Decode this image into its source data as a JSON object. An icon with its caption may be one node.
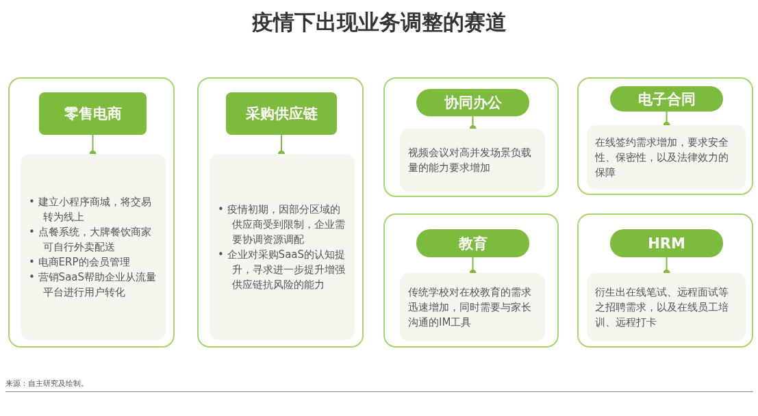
{
  "diagram": {
    "title": "疫情下出现业务调整的赛道",
    "nodes": [
      {
        "text": [],
        "shape": "box"
      },
      {
        "text": [
          "零售电商"
        ],
        "in": 0
      },
      {
        "text": [
          "• 建立小程序商城，将交易转为线上",
          "• 点餐系统，大牌餐饮商家可自行外卖配送",
          "• 电商ERP的会员管理",
          "• 营销SaaS帮助企业从流量平台进行用户转化"
        ],
        "in": 0
      },
      {
        "text": [],
        "shape": "box"
      },
      {
        "text": [
          "采购供应链"
        ],
        "in": 3
      },
      {
        "text": [
          "• 疫情初期，因部分区域的供应商受到限制，企业需要协调资源调配",
          "• 企业对采购SaaS的认知提升，寻求进一步提升增强供应链抗风险的能力"
        ],
        "in": 3
      },
      {
        "text": [],
        "shape": "box"
      },
      {
        "text": [
          "协同办公"
        ],
        "in": 6
      },
      {
        "text": [
          "视频会议对高并发场景负载量的能力要求增加"
        ],
        "in": 6
      },
      {
        "text": [],
        "shape": "box"
      },
      {
        "text": [
          "电子合同"
        ],
        "in": 9
      },
      {
        "text": [
          "在线签约需求增加，要求安全性、保密性，以及法律效力的保障"
        ],
        "in": 9
      },
      {
        "text": [],
        "shape": "box"
      },
      {
        "text": [
          "教育"
        ],
        "in": 12
      },
      {
        "text": [
          "传统学校对在校教育的需求迅速增加，同时需要与家长沟通的IM工具"
        ],
        "in": 12
      },
      {
        "text": [],
        "shape": "box"
      },
      {
        "text": [
          "HRM"
        ],
        "in": 15
      },
      {
        "text": [
          "衍生出在线笔试、远程面试等之招聘需求，以及在线员工培训、远程打卡"
        ],
        "in": 15
      }
    ],
    "edges": [
      {
        "from": 1,
        "to": 2,
        "arrow": "other"
      },
      {
        "from": 4,
        "to": 5,
        "arrow": "other"
      },
      {
        "from": 7,
        "to": 8,
        "arrow": "other"
      },
      {
        "from": 10,
        "to": 11,
        "arrow": "other"
      },
      {
        "from": 13,
        "to": 14,
        "arrow": "other"
      },
      {
        "from": 16,
        "to": 17,
        "arrow": "other"
      }
    ],
    "labels": [
      "来源：自主研究及绘制。"
    ]
  }
}
